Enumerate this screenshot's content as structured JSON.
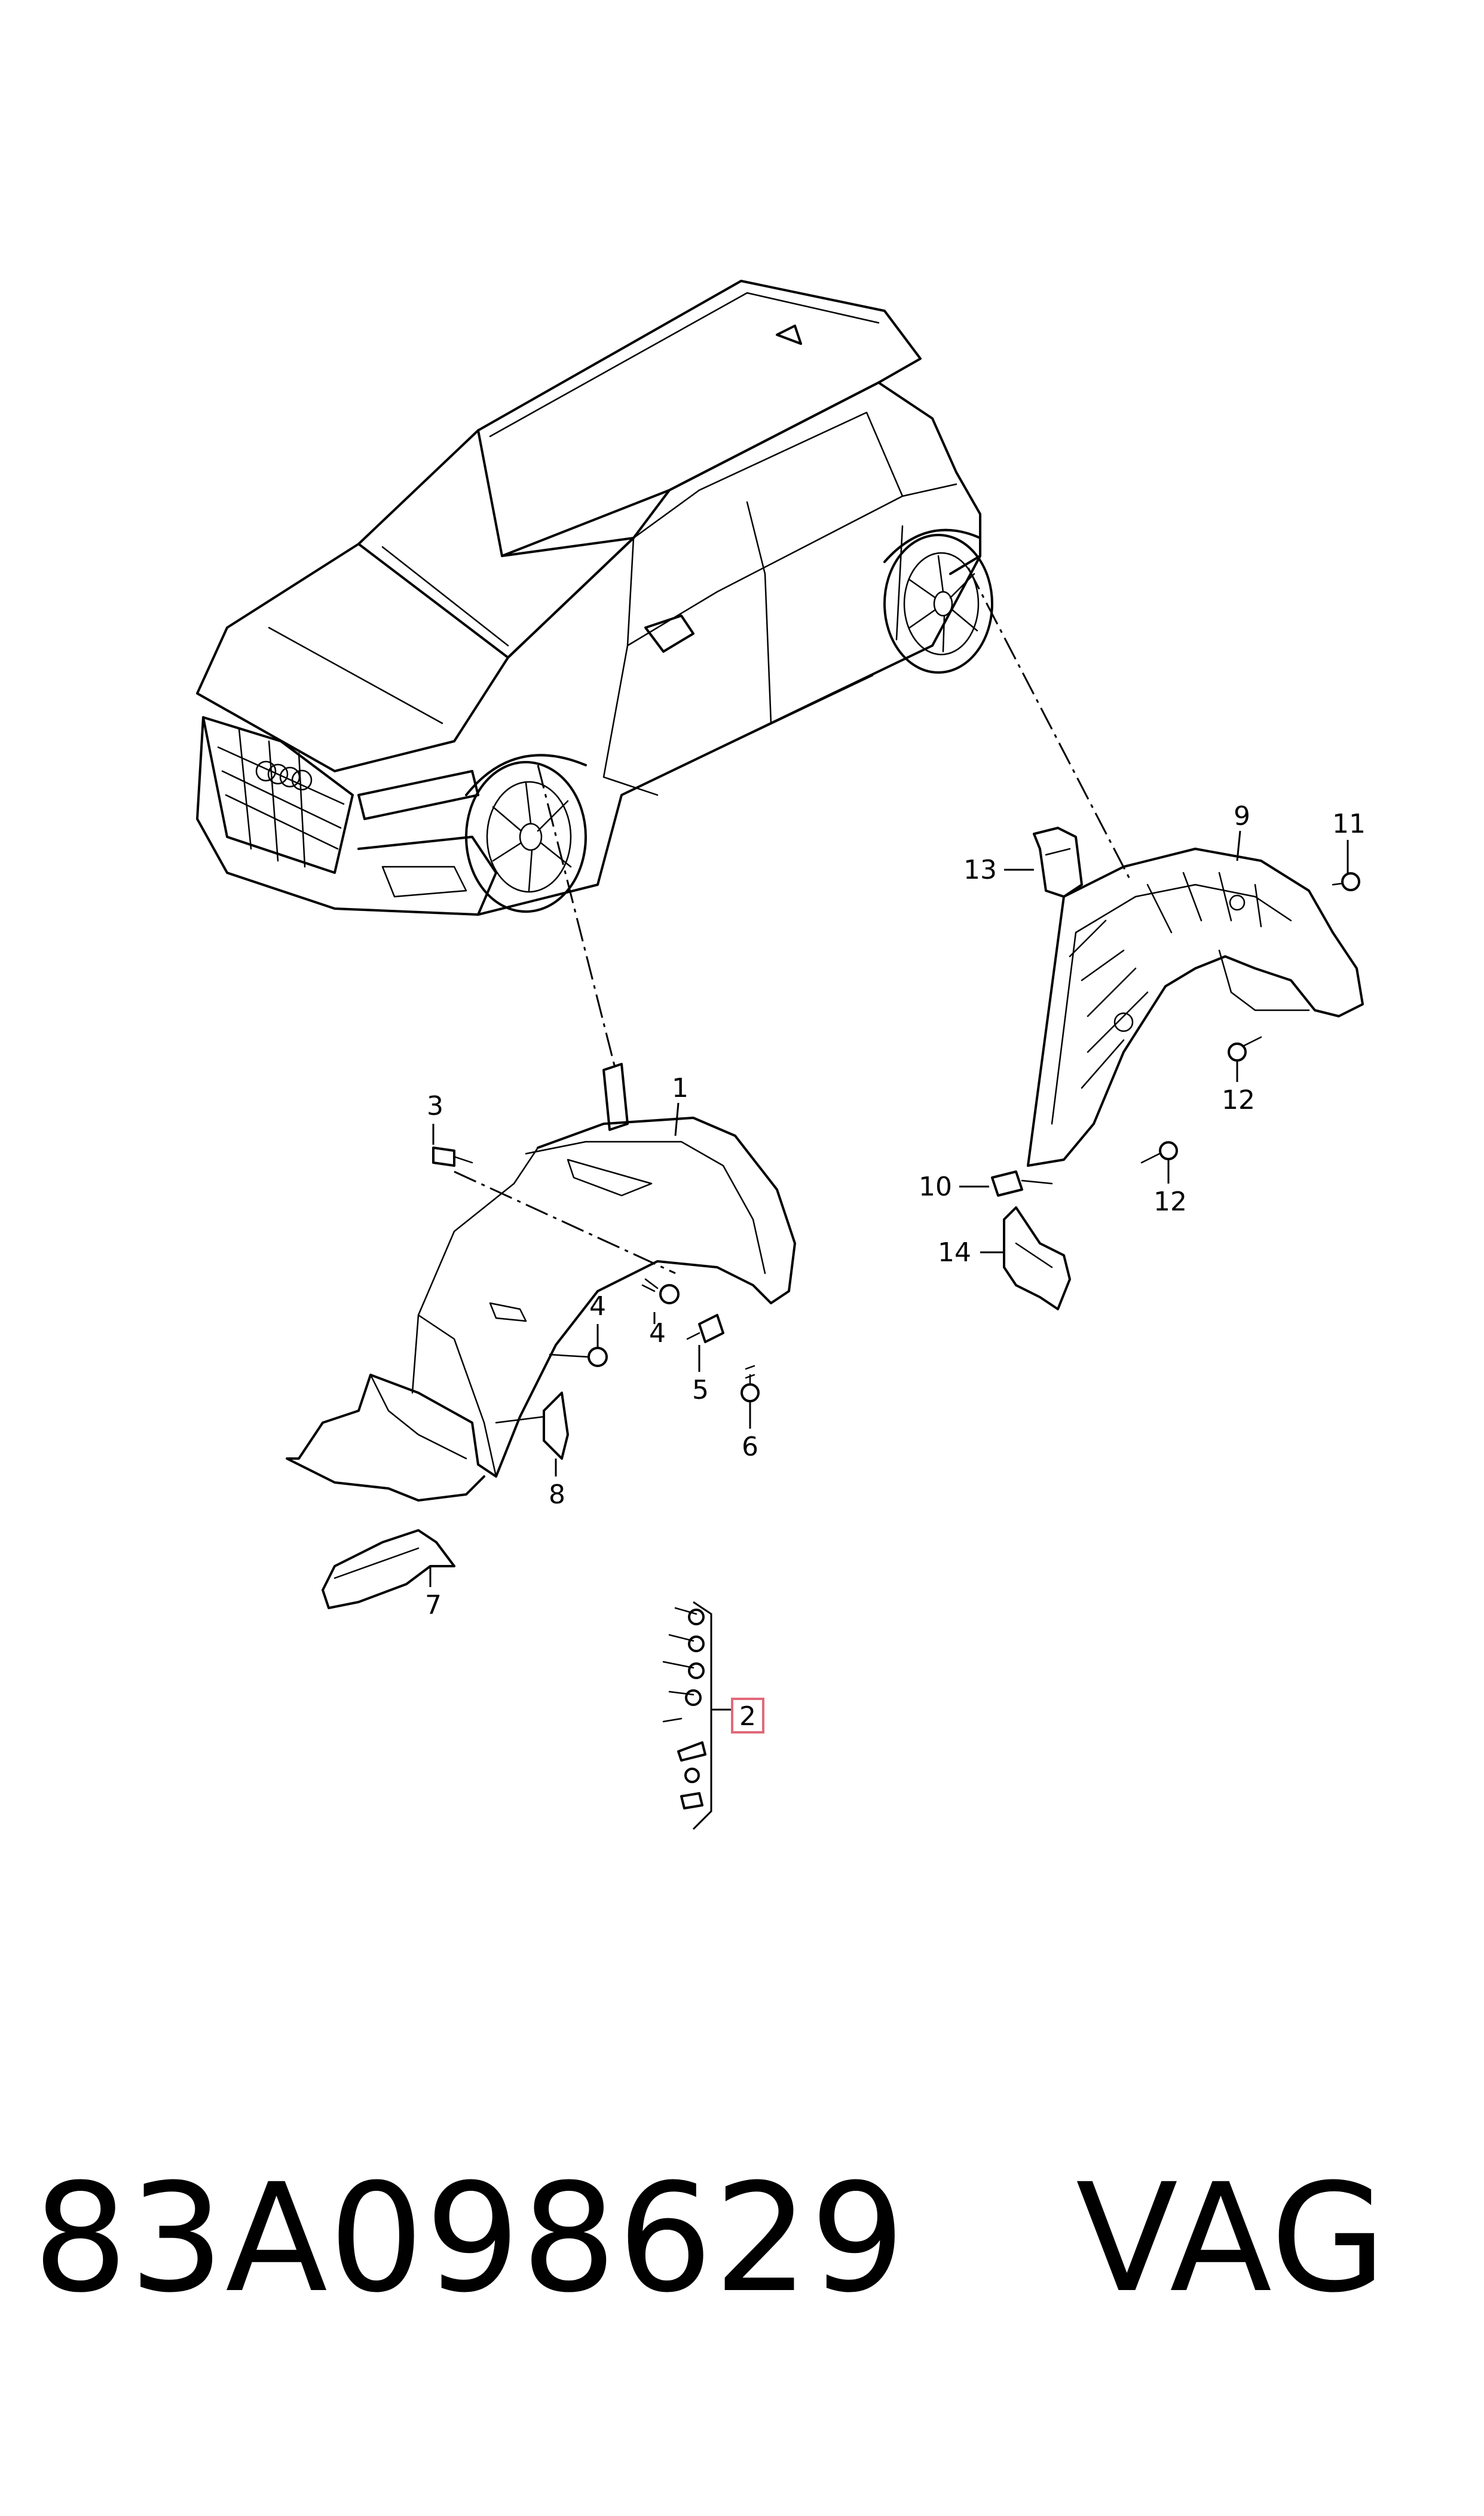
{
  "diagram": {
    "callouts": [
      {
        "id": "c1",
        "text": "1"
      },
      {
        "id": "c2",
        "text": "2"
      },
      {
        "id": "c3",
        "text": "3"
      },
      {
        "id": "c4a",
        "text": "4"
      },
      {
        "id": "c4b",
        "text": "4"
      },
      {
        "id": "c5",
        "text": "5"
      },
      {
        "id": "c6",
        "text": "6"
      },
      {
        "id": "c7",
        "text": "7"
      },
      {
        "id": "c8",
        "text": "8"
      },
      {
        "id": "c9",
        "text": "9"
      },
      {
        "id": "c10",
        "text": "10"
      },
      {
        "id": "c11",
        "text": "11"
      },
      {
        "id": "c12a",
        "text": "12"
      },
      {
        "id": "c12b",
        "text": "12"
      },
      {
        "id": "c13",
        "text": "13"
      },
      {
        "id": "c14",
        "text": "14"
      }
    ],
    "highlight_color": "#e06a7a"
  },
  "footer": {
    "part_number": "83A098629",
    "brand": "VAG"
  }
}
